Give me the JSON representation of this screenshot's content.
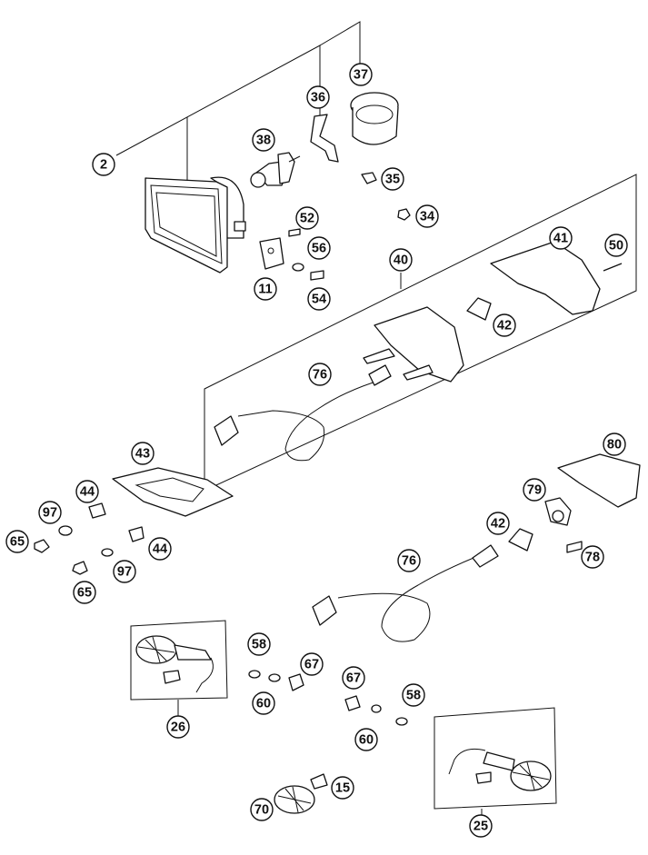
{
  "diagram": {
    "callouts": [
      "2",
      "37",
      "36",
      "38",
      "35",
      "34",
      "52",
      "56",
      "54",
      "11",
      "41",
      "50",
      "40",
      "42",
      "76",
      "43",
      "80",
      "44",
      "97",
      "65",
      "79",
      "42",
      "78",
      "97",
      "44",
      "65",
      "76",
      "58",
      "67",
      "67",
      "58",
      "60",
      "60",
      "26",
      "15",
      "70",
      "25"
    ]
  }
}
